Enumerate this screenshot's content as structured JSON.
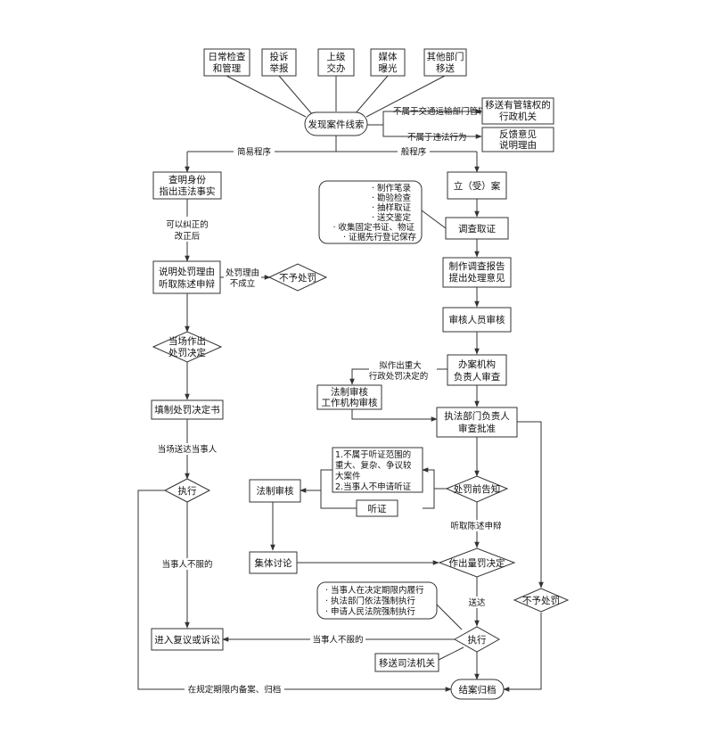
{
  "sources": [
    [
      "日常检查",
      "和管理"
    ],
    [
      "投诉",
      "举报"
    ],
    [
      "上级",
      "交办"
    ],
    [
      "媒体",
      "曝光"
    ],
    [
      "其他部门",
      "移送"
    ]
  ],
  "discover": "发现案件线索",
  "not_transport": "不属于交通运输部门管辖",
  "transfer_authority": [
    "移送有管辖权的",
    "行政机关"
  ],
  "not_violation": "不属于违法行为",
  "feedback": [
    "反馈意见",
    "说明理由"
  ],
  "simple_label": "简易程序",
  "general_label": "般程序",
  "simple": {
    "check_id": [
      "查明身份",
      "指出违法事实"
    ],
    "correct": [
      "可以纠正的",
      "改正后"
    ],
    "explain": [
      "说明处罚理由",
      "听取陈述申辩"
    ],
    "reason_invalid": [
      "处罚理由",
      "不成立"
    ],
    "no_penalty": "不予处罚",
    "on_site": [
      "当场作出",
      "处罚决定"
    ],
    "fill_form": "填制处罚决定书",
    "deliver": "当场送达当事人",
    "execute": "执行",
    "dissatisfied": "当事人不服的",
    "reconsider": "进入复议或诉讼",
    "file_note": "在规定期限内备案、归档"
  },
  "general": {
    "register": "立（受）案",
    "steps": [
      "· 制作笔录",
      "· 勘验检查",
      "· 抽样取证",
      "· 送交鉴定",
      "· 收集固定书证、物证",
      "· 证据先行登记保存"
    ],
    "investigate": "调查取证",
    "report": [
      "制作调查报告",
      "提出处理意见"
    ],
    "review": "审核人员审核",
    "handling_head": [
      "办案机构",
      "负责人审查"
    ],
    "major_case": [
      "拟作出重大",
      "行政处罚决定的"
    ],
    "legal_review_org": [
      "法制审核",
      "工作机构审核"
    ],
    "law_head": [
      "执法部门负责人",
      "审查批准"
    ],
    "hearing_conditions": [
      "1.不属于听证范围的",
      "重大、复杂、争议较",
      "大案件",
      "2.当事人不申请听证"
    ],
    "legal_review": "法制审核",
    "hearing": "听证",
    "notice": "处罚前告知",
    "listen": "听取陈述申辩",
    "collective": "集体讨论",
    "decision": "作出量罚决定",
    "exec_options": [
      "· 当事人在决定期限内履行",
      "· 执法部门依法强制执行",
      "· 申请人民法院强制执行"
    ],
    "deliver": "送达",
    "execute": "执行",
    "dissatisfied": "当事人不服的",
    "judicial": "移送司法机关",
    "no_penalty": "不予处罚",
    "archive": "结案归档"
  }
}
